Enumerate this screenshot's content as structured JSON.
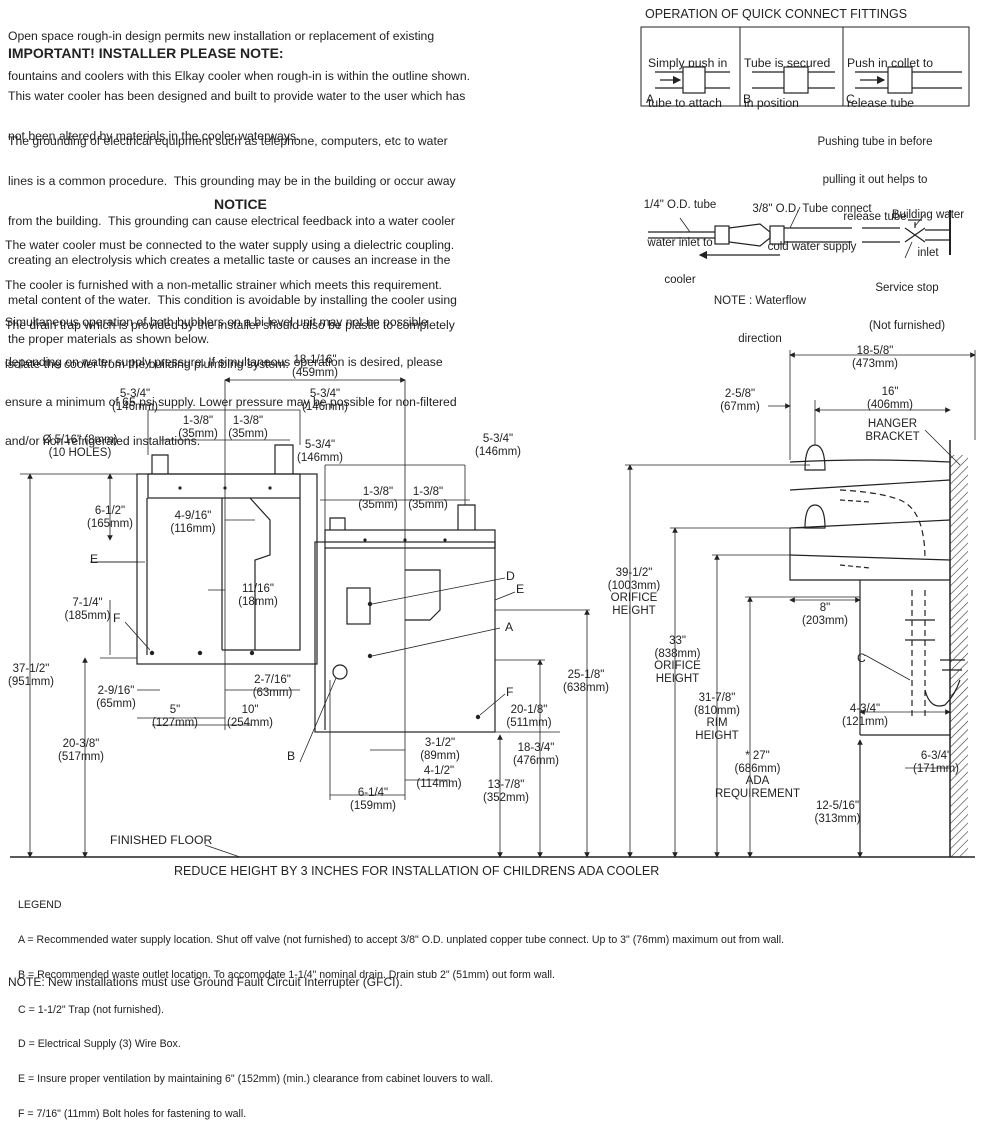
{
  "intro": {
    "line1": "Open space rough-in design permits new installation or replacement of existing",
    "line2": "fountains and coolers with this Elkay cooler when rough-in is within the outline shown."
  },
  "important": {
    "heading": "IMPORTANT!   INSTALLER PLEASE NOTE:",
    "p1": [
      "This water cooler has been designed and built to provide water to the user which has",
      "not been altered by materials in the cooler waterways."
    ],
    "p2": [
      "The grounding of electrical equipment such as telephone, computers, etc to water",
      "lines is a common procedure.  This grounding may be in the building or occur away",
      "from the building.  This grounding can cause electrical feedback into a water cooler",
      "creating an electrolysis which creates a metallic taste or causes an increase in the",
      "metal content of the water.  This condition is avoidable by installing the cooler using",
      "the proper materials as shown below."
    ]
  },
  "notice": {
    "heading": "NOTICE",
    "p1": [
      "The water cooler must be connected to the water supply using a dielectric coupling.",
      "The cooler is furnished with a non-metallic strainer which meets this requirement.",
      "The drain trap which is provided by the installer should also be plastic to completely",
      "isolate the cooler from the building plumbing system."
    ],
    "p2": [
      "Simultaneous operation of both bubblers on a bi-level unit may not be possible",
      "depending on water supply pressure. If simultaneous operation is desired, please",
      "ensure a minimum of 65 psi supply. Lower pressure may be possible for non-filtered",
      "and/or non-refrigerated installations."
    ]
  },
  "fittings": {
    "title": "OPERATION OF QUICK CONNECT FITTINGS",
    "a1": "Simply push in",
    "a2": "tube to attach",
    "a": "A",
    "b1": "Tube is secured",
    "b2": "in position",
    "b": "B",
    "c1": "Push in collet to",
    "c2": "release tube",
    "c": "C",
    "note1": "Pushing tube in before",
    "note2": "pulling it out helps to",
    "note3": "release tube"
  },
  "supply": {
    "inlet1": "1/4\" O.D. tube",
    "inlet2": "water inlet to",
    "inlet3": "cooler",
    "connect1": "3/8\" O.D. Tube connect",
    "connect2": "cold water supply",
    "building1": "Building water",
    "building2": "inlet",
    "stop1": "Service stop",
    "stop2": "(Not furnished)",
    "flow1": "NOTE : Waterflow",
    "flow2": "direction"
  },
  "dims": {
    "d18_1_16": "18-1/16\"",
    "d459": "(459mm)",
    "d5_3_4": "5-3/4\"",
    "d146": "(146mm)",
    "d1_3_8": "1-3/8\"",
    "d35": "(35mm)",
    "hole1": "Ø 5/16\" (8mm)",
    "hole2": "(10 HOLES)",
    "d6_1_2": "6-1/2\"",
    "d165": "(165mm)",
    "d4_9_16": "4-9/16\"",
    "d116": "(116mm)",
    "d11_16": "11/16\"",
    "d18": "(18mm)",
    "d7_1_4": "7-1/4\"",
    "d185": "(185mm)",
    "d37_1_2": "37-1/2\"",
    "d951": "(951mm)",
    "d2_9_16": "2-9/16\"",
    "d65": "(65mm)",
    "d2_7_16": "2-7/16\"",
    "d63": "(63mm)",
    "d5": "5\"",
    "d127": "(127mm)",
    "d10": "10\"",
    "d254": "(254mm)",
    "d20_3_8": "20-3/8\"",
    "d517": "(517mm)",
    "d3_1_2": "3-1/2\"",
    "d89": "(89mm)",
    "d4_1_2": "4-1/2\"",
    "d114": "(114mm)",
    "d6_1_4": "6-1/4\"",
    "d159": "(159mm)",
    "d18_3_4": "18-3/4\"",
    "d476": "(476mm)",
    "d13_7_8": "13-7/8\"",
    "d352": "(352mm)",
    "d20_1_8": "20-1/8\"",
    "d511": "(511mm)",
    "d25_1_8": "25-1/8\"",
    "d638": "(638mm)",
    "d39_1_2": "39-1/2\"",
    "d1003": "(1003mm)",
    "orifice": "ORIFICE",
    "height": "HEIGHT",
    "d33": "33\"",
    "d838": "(838mm)",
    "d31_7_8": "31-7/8\"",
    "d810": "(810mm)",
    "rim": "RIM",
    "d27": "* 27\"",
    "d686": "(686mm)",
    "ada": "ADA",
    "req": "REQUIREMENT",
    "d18_5_8": "18-5/8\"",
    "d473": "(473mm)",
    "d16": "16\"",
    "d406": "(406mm)",
    "d2_5_8": "2-5/8\"",
    "d67": "(67mm)",
    "hanger1": "HANGER",
    "hanger2": "BRACKET",
    "d8": "8\"",
    "d203": "(203mm)",
    "d4_3_4": "4-3/4\"",
    "d121": "(121mm)",
    "d6_3_4": "6-3/4\"",
    "d171": "(171mm)",
    "d12_5_16": "12-5/16\"",
    "d313": "(313mm)",
    "floor": "FINISHED FLOOR",
    "A": "A",
    "B": "B",
    "C": "C",
    "D": "D",
    "E": "E",
    "F": "F"
  },
  "reduce": "REDUCE HEIGHT BY 3 INCHES FOR INSTALLATION OF CHILDRENS ADA COOLER",
  "legend": {
    "title": "LEGEND",
    "items": [
      "A = Recommended water supply location. Shut off valve (not furnished) to accept 3/8\" O.D. unplated copper tube connect. Up to 3\" (76mm) maximum out from wall.",
      "B = Recommended waste outlet location. To accomodate 1-1/4\" nominal drain. Drain stub 2\" (51mm) out form wall.",
      "C = 1-1/2\" Trap (not furnished).",
      "D = Electrical Supply (3) Wire Box.",
      "E = Insure proper ventilation by maintaining 6\" (152mm) (min.) clearance from cabinet louvers to wall.",
      "F = 7/16\" (11mm) Bolt holes for fastening to wall."
    ],
    "note": "NOTE: New installations must use Ground Fault Circuit Interrupter (GFCI)."
  }
}
